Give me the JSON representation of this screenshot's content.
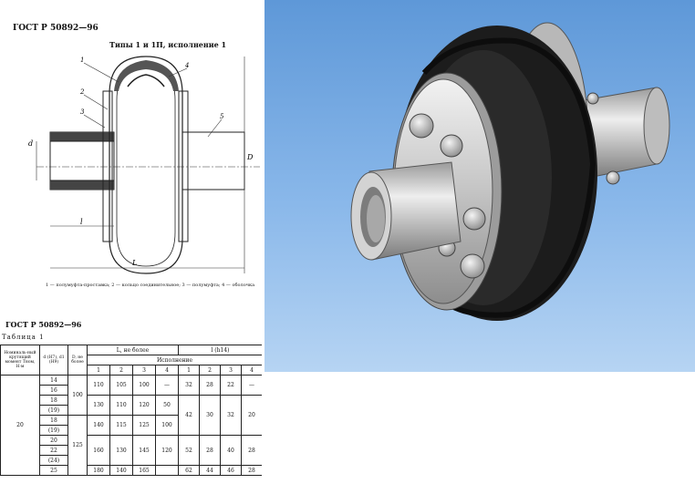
{
  "document": {
    "top_header": "ГОСТ Р 50892—96",
    "drawing_title": "Типы 1 и 1П, исполнение 1",
    "leaders": [
      "1",
      "2",
      "3",
      "4",
      "5"
    ],
    "dims": {
      "d": "d",
      "D": "D",
      "l": "l",
      "L": "L"
    },
    "caption": "1 — полумуфта-проставка; 2 — кольцо соединительное; 3 — полумуфта; 4 — оболочка",
    "second_header": "ГОСТ Р 50892—96",
    "table_title": "Таблица 1",
    "table": {
      "head": {
        "c1": "Номиналь-ный крутящий момент Tном, Н·м",
        "c2": "d (H7), d1 (H9)",
        "c3": "D, не более",
        "c4": "L, не более",
        "c5": "l (h14)",
        "exec": "Исполнение",
        "sub": [
          "1",
          "2",
          "3",
          "4",
          "1",
          "2",
          "3",
          "4"
        ]
      },
      "torque": "20",
      "D_vals": [
        "100",
        "125"
      ],
      "d_vals": [
        "14",
        "16",
        "18",
        "(19)",
        "18",
        "(19)",
        "20",
        "22",
        "(24)",
        "25"
      ],
      "L_rows": [
        [
          "110",
          "105",
          "100",
          "—"
        ],
        [
          "130",
          "110",
          "120",
          ""
        ],
        [
          "140",
          "115",
          "125",
          "100"
        ],
        [
          "160",
          "130",
          "145",
          "120"
        ],
        [
          "180",
          "140",
          "165",
          ""
        ]
      ],
      "L4_merged": "50",
      "l_rows": [
        [
          "32",
          "28",
          "22",
          "—"
        ],
        [
          "42",
          "30",
          "32",
          "20"
        ],
        [
          "52",
          "28",
          "40",
          "28"
        ],
        [
          "62",
          "44",
          "46",
          "28"
        ]
      ]
    }
  },
  "colors": {
    "background": "#8ab8ea",
    "rubber": "#1c1c1c",
    "steel": "#c9c9c9"
  }
}
